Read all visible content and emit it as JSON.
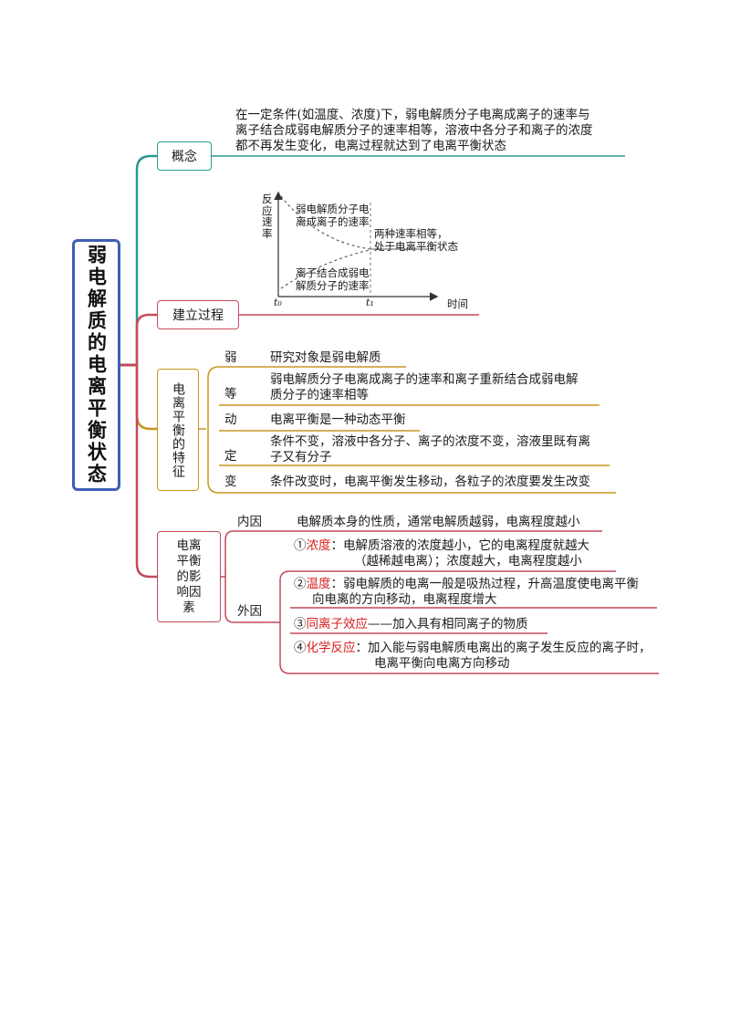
{
  "root": {
    "title": "弱电解质的电离平衡状态"
  },
  "concept": {
    "label": "概念",
    "lines": [
      "在一定条件(如温度、浓度)下，弱电解质分子电离成离子的速率与",
      "离子结合成弱电解质分子的速率相等，溶液中各分子和离子的浓度",
      "都不再发生变化，电离过程就达到了电离平衡状态"
    ]
  },
  "process": {
    "label": "建立过程",
    "graph": {
      "ylabel": [
        "反",
        "应",
        "速",
        "率"
      ],
      "xlabel": "时间",
      "t0": "t₀",
      "t1": "t₁",
      "curve_upper_label": [
        "弱电解质分子电",
        "离成离子的速率"
      ],
      "curve_lower_label": [
        "离子结合成弱电",
        "解质分子的速率"
      ],
      "equilibrium_label": [
        "两种速率相等，",
        "处于电离平衡状态"
      ]
    }
  },
  "features": {
    "label": "电离平衡的特征",
    "items": [
      {
        "key": "弱",
        "lines": [
          "研究对象是弱电解质"
        ]
      },
      {
        "key": "等",
        "lines": [
          "弱电解质分子电离成离子的速率和离子重新结合成弱电解",
          "质分子的速率相等"
        ]
      },
      {
        "key": "动",
        "lines": [
          "电离平衡是一种动态平衡"
        ]
      },
      {
        "key": "定",
        "lines": [
          "条件不变，溶液中各分子、离子的浓度不变，溶液里既有离",
          "子又有分子"
        ]
      },
      {
        "key": "变",
        "lines": [
          "条件改变时，电离平衡发生移动，各粒子的浓度要发生改变"
        ]
      }
    ]
  },
  "factors": {
    "label": "电离平衡的影响因素",
    "internal": {
      "key": "内因",
      "text": "电解质本身的性质，通常电解质越弱，电离程度越小"
    },
    "external": {
      "key": "外因",
      "items": [
        {
          "num": "①",
          "name": "浓度",
          "rest1": "：电解质溶液的浓度越小，它的电离程度就越大",
          "rest2": "（越稀越电离）；浓度越大，电离程度越小"
        },
        {
          "num": "②",
          "name": "温度",
          "rest1": "：弱电解质的电离一般是吸热过程，升高温度使电离平衡",
          "rest2": "向电离的方向移动，电离程度增大"
        },
        {
          "num": "③",
          "name": "同离子效应",
          "rest1": "——加入具有相同离子的物质",
          "rest2": ""
        },
        {
          "num": "④",
          "name": "化学反应",
          "rest1": "：加入能与弱电解质电离出的离子发生反应的离子时，",
          "rest2": "电离平衡向电离方向移动"
        }
      ]
    }
  },
  "colors": {
    "root": "#3f5fb5",
    "concept": "#2b9a8e",
    "process": "#c94a5e",
    "features": "#c8961e",
    "factors": "#c04a5a",
    "highlight": "#d62020"
  }
}
